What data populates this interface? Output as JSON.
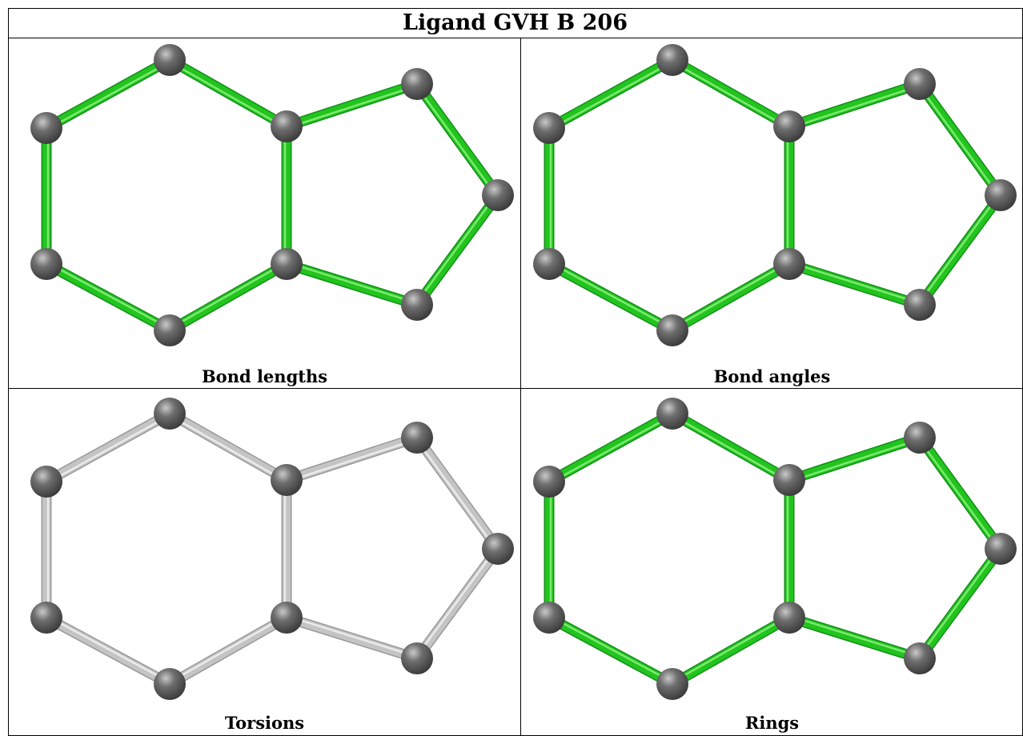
{
  "title": "Ligand GVH B 206",
  "panels": [
    {
      "caption": "Bond lengths",
      "bond_color": "green"
    },
    {
      "caption": "Bond angles",
      "bond_color": "green"
    },
    {
      "caption": "Torsions",
      "bond_color": "gray"
    },
    {
      "caption": "Rings",
      "bond_color": "green"
    }
  ],
  "colors": {
    "green_bond": "#22c41e",
    "green_bond_highlight": "#8df07f",
    "gray_bond": "#c4c4c4",
    "gray_bond_highlight": "#f2f2f2",
    "atom": "#6e6e6e",
    "grid_line": "#000000"
  },
  "molecule": {
    "atoms": [
      "a1",
      "a2",
      "a3",
      "a4",
      "a5",
      "a6",
      "a7",
      "a8",
      "a9"
    ],
    "bonds": [
      [
        0,
        1
      ],
      [
        1,
        2
      ],
      [
        2,
        3
      ],
      [
        3,
        4
      ],
      [
        4,
        5
      ],
      [
        5,
        0
      ],
      [
        2,
        6
      ],
      [
        6,
        7
      ],
      [
        7,
        8
      ],
      [
        8,
        3
      ]
    ]
  }
}
